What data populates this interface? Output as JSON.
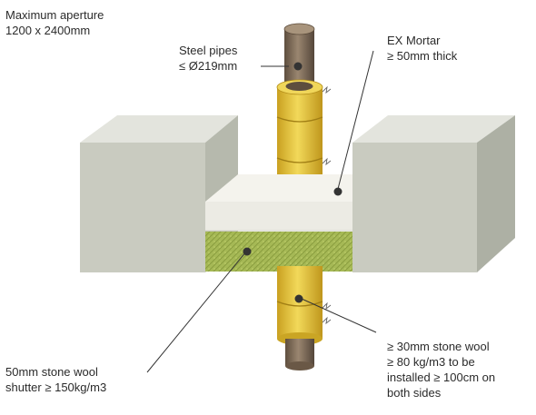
{
  "labels": {
    "aperture": {
      "line1": "Maximum aperture",
      "line2": "1200 x 2400mm"
    },
    "pipes": {
      "line1": "Steel pipes",
      "line2": "≤ Ø219mm"
    },
    "mortar": {
      "line1": "EX Mortar",
      "line2": "≥ 50mm thick"
    },
    "shutter": {
      "line1": "50mm stone wool",
      "line2": "shutter ≥ 150kg/m3"
    },
    "wrap": {
      "line1": "≥ 30mm stone wool",
      "line2": "≥ 80 kg/m3 to be",
      "line3": "installed ≥ 100cm on",
      "line4": "both sides"
    }
  },
  "colors": {
    "wall_front": "#c9cbc0",
    "wall_top": "#e3e4dd",
    "wall_side": "#adb0a4",
    "mortar": "#f1f0ea",
    "wool_green": "#a6b956",
    "pipe": "#7d6a55",
    "wrap_yellow": "#e2c33c",
    "leader": "#333333"
  }
}
